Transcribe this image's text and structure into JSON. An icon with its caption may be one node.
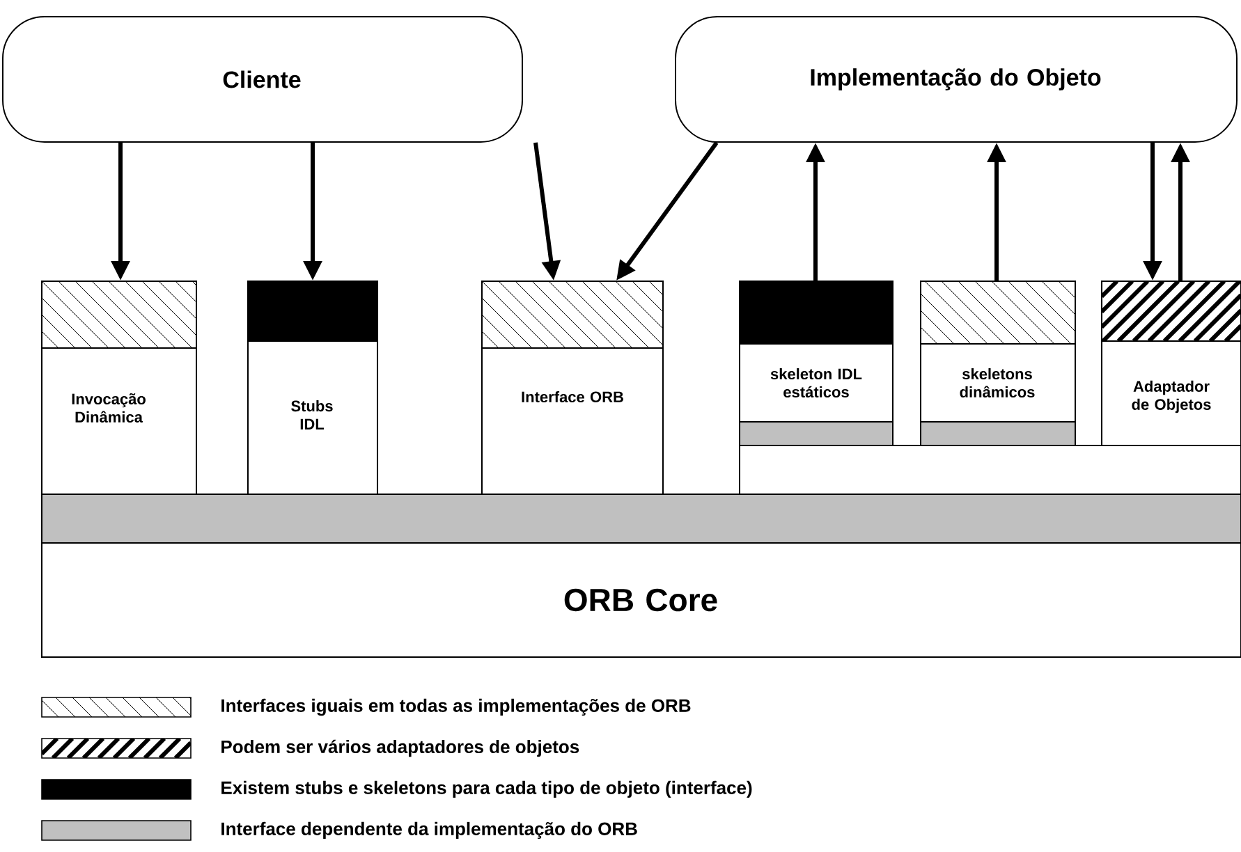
{
  "diagram": {
    "nodes": [
      {
        "text": [
          "Cliente"
        ]
      },
      {
        "text": [
          "Implementação do Objeto"
        ]
      },
      {
        "text": [
          "Invocação Dinâmica"
        ]
      },
      {
        "text": [
          "Stubs IDL"
        ]
      },
      {
        "text": [
          "Interface ORB"
        ]
      },
      {
        "text": [
          "skeleton IDL estáticos"
        ]
      },
      {
        "text": [
          "skeletons dinâmicos"
        ]
      },
      {
        "text": [
          "Adaptador de Objetos"
        ]
      },
      {
        "text": [
          "ORB Core"
        ]
      }
    ],
    "edges": [
      {
        "from": 0,
        "to": 2,
        "arrow": "to"
      },
      {
        "from": 0,
        "to": 3,
        "arrow": "to"
      },
      {
        "from": 0,
        "to": 4,
        "arrow": "to"
      },
      {
        "from": 1,
        "to": 4,
        "arrow": "to"
      },
      {
        "from": 5,
        "to": 1,
        "arrow": "to"
      },
      {
        "from": 6,
        "to": 1,
        "arrow": "to"
      },
      {
        "from": 1,
        "to": 7,
        "arrow": "to"
      },
      {
        "from": 7,
        "to": 1,
        "arrow": "to"
      }
    ],
    "legend": [
      {
        "text": "Interfaces iguais em todas as implementações de ORB"
      },
      {
        "text": "Podem ser vários adaptadores de objetos"
      },
      {
        "text": "Existem stubs e skeletons para cada tipo de objeto (interface)",
        "color": "#000000"
      },
      {
        "text": "Interface dependente da implementação do ORB",
        "color": "#c0c0c0"
      }
    ]
  }
}
